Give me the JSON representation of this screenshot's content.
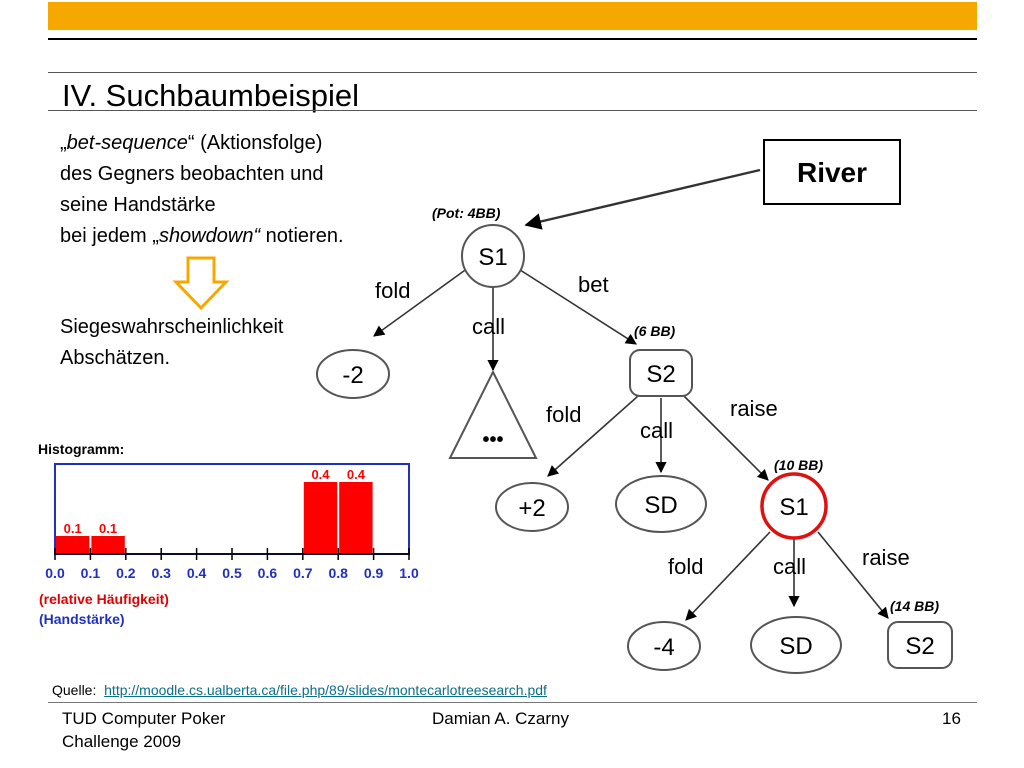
{
  "slide": {
    "title": "IV. Suchbaumbeispiel",
    "accent_color": "#f5a800",
    "bullet": {
      "line1_open_quote": "„",
      "line1_italic": "bet-sequence",
      "line1_rest": "“ (Aktionsfolge)",
      "line2": "des Gegners beobachten und",
      "line3": "seine Handstärke",
      "line4_start": "bei jedem „",
      "line4_italic": "showdown“",
      "line4_end": " notieren."
    },
    "result_line1": "Siegeswahrscheinlichkeit",
    "result_line2": "Abschätzen.",
    "arrow_icon": "down-arrow-outline"
  },
  "histogram": {
    "title": "Histogramm:",
    "bars": [
      {
        "label": "0.1",
        "value": 0.1
      },
      {
        "label": "0.1",
        "value": 0.1
      },
      {
        "label": "0.4",
        "value": 0.4
      },
      {
        "label": "0.4",
        "value": 0.4
      }
    ],
    "ticks": [
      "0.0",
      "0.1",
      "0.2",
      "0.3",
      "0.4",
      "0.5",
      "0.6",
      "0.7",
      "0.8",
      "0.9",
      "1.0"
    ],
    "legend_red": "(relative Häufigkeit)",
    "legend_blue": "(Handstärke)"
  },
  "tree": {
    "river": "River",
    "pot_s1": "(Pot: 4BB)",
    "s1": "S1",
    "fold": "fold",
    "bet": "bet",
    "call": "call",
    "minus2": "-2",
    "dots": "•••",
    "pot_s2": "(6 BB)",
    "s2": "S2",
    "raise": "raise",
    "plus2": "+2",
    "sd": "SD",
    "pot_s1b": "(10 BB)",
    "minus4": "-4",
    "pot_s2b": "(14 BB)"
  },
  "source": {
    "label": "Quelle:",
    "url": "http://moodle.cs.ualberta.ca/file.php/89/slides/montecarlotreesearch.pdf"
  },
  "footer": {
    "left1": "TUD Computer Poker",
    "left2": "Challenge 2009",
    "center": "Damian A. Czarny",
    "page": "16"
  }
}
